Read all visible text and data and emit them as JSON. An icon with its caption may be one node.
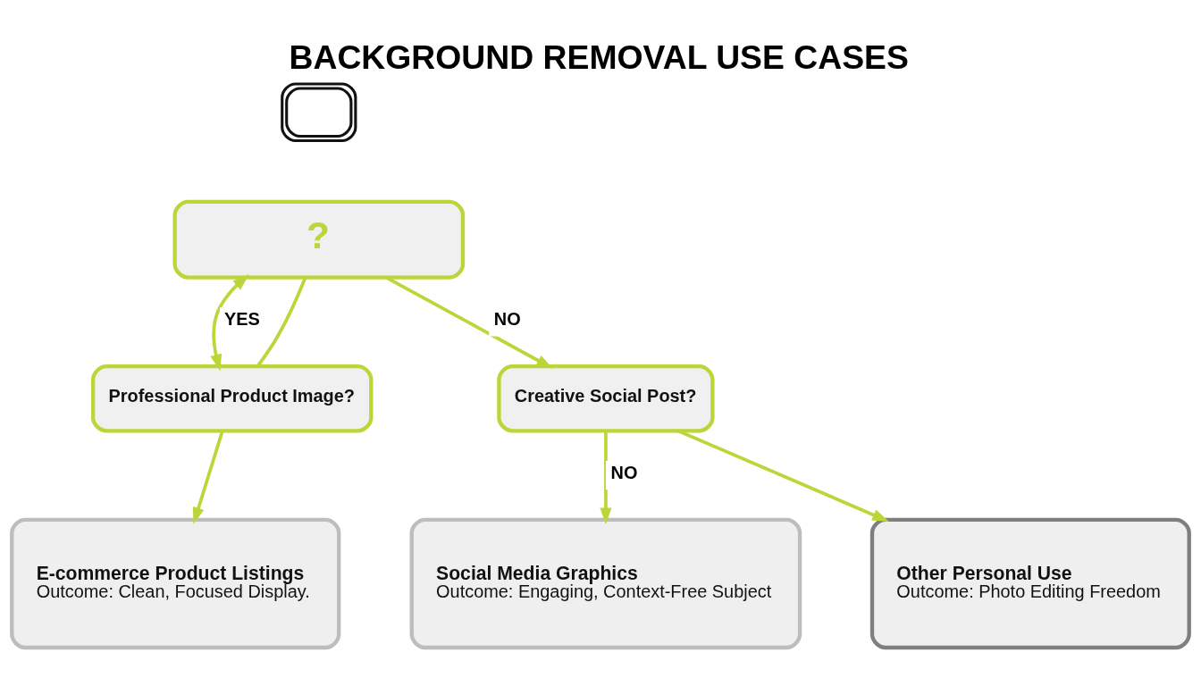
{
  "diagram": {
    "title": "BACKGROUND REMOVAL USE CASES",
    "nodes": [
      {
        "text": [],
        "shape": "picture"
      },
      {
        "text": [
          "?"
        ]
      },
      {
        "text": [
          "Professional Product Image?"
        ]
      },
      {
        "text": [
          "Creative Social Post?"
        ]
      },
      {
        "text": [
          "E-commerce Product Listings",
          "Outcome: Clean, Focused Display."
        ]
      },
      {
        "text": [
          "Social Media Graphics",
          "Outcome: Engaging, Context-Free Subject"
        ]
      },
      {
        "text": [
          "Other Personal Use",
          "Outcome: Photo Editing Freedom"
        ]
      }
    ],
    "edges": [
      {
        "from": 1,
        "to": 2,
        "arrow": "both",
        "label": "YES"
      },
      {
        "from": 1,
        "to": 2,
        "arrow": "none"
      },
      {
        "from": 1,
        "to": 3,
        "arrow": "to",
        "label": "NO"
      },
      {
        "from": 2,
        "to": 4,
        "arrow": "to"
      },
      {
        "from": 3,
        "to": 5,
        "arrow": "to",
        "label": "NO"
      },
      {
        "from": 3,
        "to": 6,
        "arrow": "to"
      }
    ]
  }
}
